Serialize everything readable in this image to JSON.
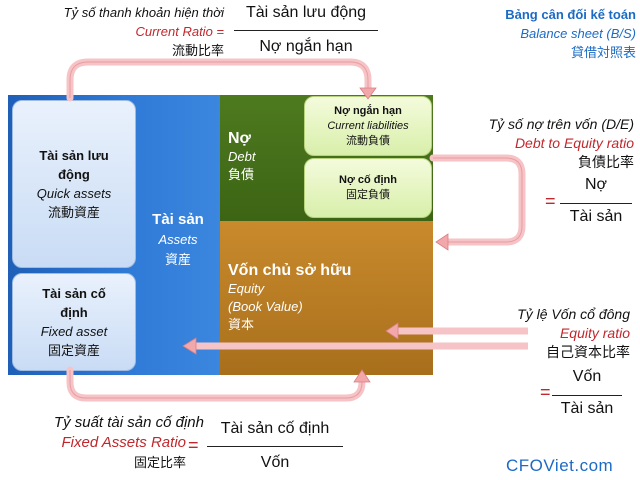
{
  "header": {
    "bs_title_vi": "Bảng cân đối kế toán",
    "bs_title_en": "Balance sheet (B/S)",
    "bs_title_jp": "貸借対照表"
  },
  "current_ratio": {
    "title_vi": "Tỷ số thanh khoản hiện thời",
    "title_en": "Current Ratio =",
    "title_jp": "流動比率",
    "numerator": "Tài sản lưu động",
    "denominator": "Nợ ngắn hạn"
  },
  "assets": {
    "label_vi": "Tài sản",
    "label_en": "Assets",
    "label_jp": "資産",
    "quick": {
      "vi": "Tài sản lưu động",
      "en": "Quick assets",
      "jp": "流動資産"
    },
    "fixed": {
      "vi": "Tài sản cố định",
      "en": "Fixed asset",
      "jp": "固定資産"
    }
  },
  "debt": {
    "label_vi": "Nợ",
    "label_en": "Debt",
    "label_jp": "負債",
    "current": {
      "vi": "Nợ ngắn hạn",
      "en": "Current liabilities",
      "jp": "流動負債"
    },
    "noncurrent": {
      "vi": "Nợ cố định",
      "jp": "固定負債"
    }
  },
  "equity": {
    "label_vi": "Vốn chủ sở hữu",
    "label_en1": "Equity",
    "label_en2": "(Book Value)",
    "label_jp": "資本"
  },
  "de_ratio": {
    "title_vi": "Tỷ số nợ trên vốn (D/E)",
    "title_en": "Debt to Equity ratio",
    "title_jp": "負債比率",
    "eq": "=",
    "numerator": "Nợ",
    "denominator": "Tài sản"
  },
  "equity_ratio": {
    "title_vi": "Tỷ lệ Vốn cổ đông",
    "title_en": "Equity ratio",
    "title_jp": "自己資本比率",
    "eq": "=",
    "numerator": "Vốn",
    "denominator": "Tài sản"
  },
  "fixed_assets_ratio": {
    "title_vi": "Tỷ suất tài sản cố định",
    "title_en": "Fixed Assets Ratio",
    "title_jp": "固定比率",
    "eq": "=",
    "numerator": "Tài sản cố định",
    "denominator": "Vốn"
  },
  "brand": {
    "text": "CFOViet.com"
  },
  "colors": {
    "assets_blue": "#2a6cc4",
    "debt_green": "#4e7a1f",
    "equity_brown": "#b47a22",
    "arrow_pink": "#f2a7ab",
    "text_red": "#c0282d",
    "text_blue": "#1b6bc6"
  }
}
